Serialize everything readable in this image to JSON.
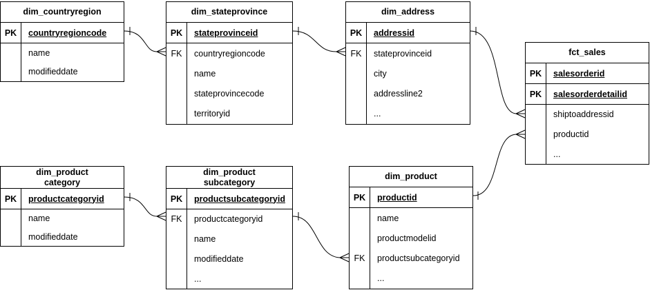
{
  "diagram_type": "entity-relationship-schema",
  "tables": [
    {
      "title": "dim_countryregion",
      "key_rows": [
        {
          "key": "PK",
          "field": "countryregioncode"
        }
      ],
      "body_rows": [
        {
          "key": "",
          "field": "name"
        },
        {
          "key": "",
          "field": "modifieddate"
        }
      ]
    },
    {
      "title": "dim_stateprovince",
      "key_rows": [
        {
          "key": "PK",
          "field": "stateprovinceid"
        }
      ],
      "body_rows": [
        {
          "key": "FK",
          "field": "countryregioncode"
        },
        {
          "key": "",
          "field": "name"
        },
        {
          "key": "",
          "field": "stateprovincecode"
        },
        {
          "key": "",
          "field": "territoryid"
        }
      ]
    },
    {
      "title": "dim_address",
      "key_rows": [
        {
          "key": "PK",
          "field": "addressid"
        }
      ],
      "body_rows": [
        {
          "key": "FK",
          "field": "stateprovinceid"
        },
        {
          "key": "",
          "field": "city"
        },
        {
          "key": "",
          "field": "addressline2"
        },
        {
          "key": "",
          "field": "..."
        }
      ]
    },
    {
      "title": "fct_sales",
      "key_rows": [
        {
          "key": "PK",
          "field": "salesorderid"
        },
        {
          "key": "PK",
          "field": "salesorderdetailid"
        }
      ],
      "body_rows": [
        {
          "key": "",
          "field": "shiptoaddressid"
        },
        {
          "key": "",
          "field": "productid"
        },
        {
          "key": "",
          "field": "..."
        }
      ]
    },
    {
      "title": "dim_product\ncategory",
      "key_rows": [
        {
          "key": "PK",
          "field": "productcategoryid"
        }
      ],
      "body_rows": [
        {
          "key": "",
          "field": "name"
        },
        {
          "key": "",
          "field": "modifieddate"
        }
      ]
    },
    {
      "title": "dim_product\nsubcategory",
      "key_rows": [
        {
          "key": "PK",
          "field": "productsubcategoryid"
        }
      ],
      "body_rows": [
        {
          "key": "FK",
          "field": "productcategoryid"
        },
        {
          "key": "",
          "field": "name"
        },
        {
          "key": "",
          "field": "modifieddate"
        },
        {
          "key": "",
          "field": "..."
        }
      ]
    },
    {
      "title": "dim_product",
      "key_rows": [
        {
          "key": "PK",
          "field": "productid"
        }
      ],
      "body_rows": [
        {
          "key": "",
          "field": "name"
        },
        {
          "key": "",
          "field": "productmodelid"
        },
        {
          "key": "FK",
          "field": "productsubcategoryid"
        },
        {
          "key": "",
          "field": "..."
        }
      ]
    }
  ],
  "relationships": [
    {
      "from_table": "dim_countryregion",
      "from_field": "countryregioncode",
      "to_table": "dim_stateprovince",
      "to_field": "countryregioncode",
      "cardinality": "one-to-many"
    },
    {
      "from_table": "dim_stateprovince",
      "from_field": "stateprovinceid",
      "to_table": "dim_address",
      "to_field": "stateprovinceid",
      "cardinality": "one-to-many"
    },
    {
      "from_table": "dim_address",
      "from_field": "addressid",
      "to_table": "fct_sales",
      "to_field": "shiptoaddressid",
      "cardinality": "one-to-many"
    },
    {
      "from_table": "dim_product category",
      "from_field": "productcategoryid",
      "to_table": "dim_product subcategory",
      "to_field": "productcategoryid",
      "cardinality": "one-to-many"
    },
    {
      "from_table": "dim_product subcategory",
      "from_field": "productsubcategoryid",
      "to_table": "dim_product",
      "to_field": "productsubcategoryid",
      "cardinality": "one-to-many"
    },
    {
      "from_table": "dim_product",
      "from_field": "productid",
      "to_table": "fct_sales",
      "to_field": "productid",
      "cardinality": "one-to-many"
    }
  ],
  "colors": {
    "line": "#000000",
    "text": "#000000",
    "background": "#ffffff"
  }
}
